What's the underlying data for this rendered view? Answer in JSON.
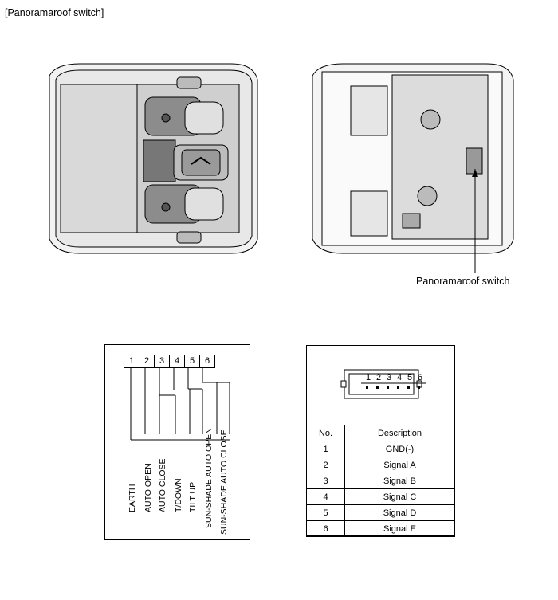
{
  "title": "[Panoramaroof switch]",
  "callout": "Panoramaroof switch",
  "schematic": {
    "pins": [
      "1",
      "2",
      "3",
      "4",
      "5",
      "6"
    ],
    "labels": [
      "EARTH",
      "AUTO OPEN",
      "AUTO CLOSE",
      "T/DOWN",
      "TILT UP",
      "SUN-SHADE AUTO OPEN",
      "SUN-SHADE AUTO CLOSE"
    ]
  },
  "connector": {
    "pins": [
      "1",
      "2",
      "3",
      "4",
      "5",
      "6"
    ],
    "header": {
      "no": "No.",
      "description": "Description"
    },
    "rows": [
      {
        "no": "1",
        "description": "GND(-)"
      },
      {
        "no": "2",
        "description": "Signal A"
      },
      {
        "no": "3",
        "description": "Signal B"
      },
      {
        "no": "4",
        "description": "Signal C"
      },
      {
        "no": "5",
        "description": "Signal D"
      },
      {
        "no": "6",
        "description": "Signal E"
      }
    ]
  }
}
